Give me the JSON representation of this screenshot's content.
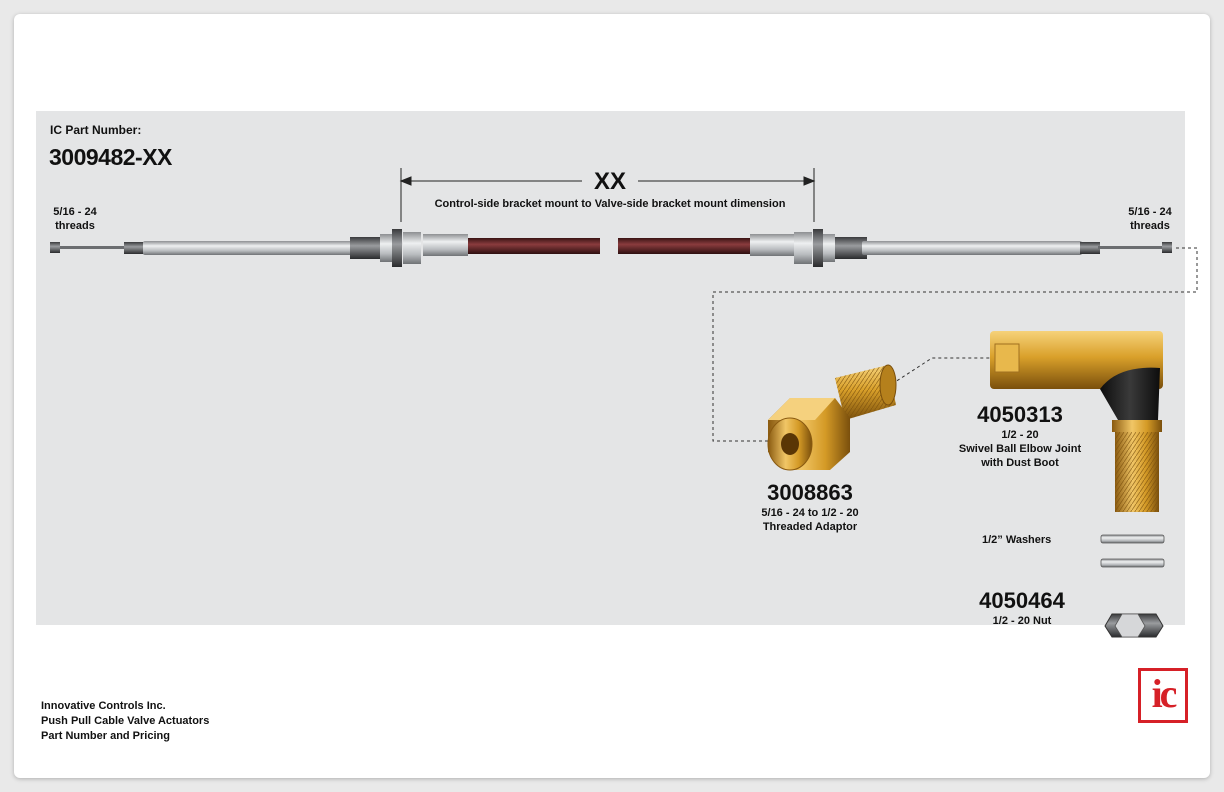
{
  "header": {
    "part_label": "IC Part Number:",
    "part_number": "3009482-XX"
  },
  "cable": {
    "left_thread": "5/16 - 24",
    "left_thread_unit": "threads",
    "right_thread": "5/16 - 24",
    "right_thread_unit": "threads",
    "dimension_label": "XX",
    "dimension_desc": "Control-side bracket mount to Valve-side bracket mount dimension"
  },
  "parts": {
    "adaptor": {
      "number": "3008863",
      "spec": "5/16 - 24  to  1/2 - 20",
      "name": "Threaded Adaptor"
    },
    "elbow": {
      "number": "4050313",
      "spec": "1/2 - 20",
      "name_line1": "Swivel Ball Elbow Joint",
      "name_line2": "with Dust Boot"
    },
    "washers": {
      "label": "1/2” Washers"
    },
    "nut": {
      "number": "4050464",
      "spec": "1/2 - 20 Nut"
    }
  },
  "footer": {
    "company": "Innovative Controls Inc.",
    "product": "Push Pull Cable Valve Actuators",
    "doc": "Part Number and Pricing"
  },
  "logo": {
    "text": "ic",
    "color": "#d62027"
  },
  "colors": {
    "panel": "#e4e5e6",
    "cable_jacket": "#6a2a2c",
    "brass": "#d9a02a"
  }
}
